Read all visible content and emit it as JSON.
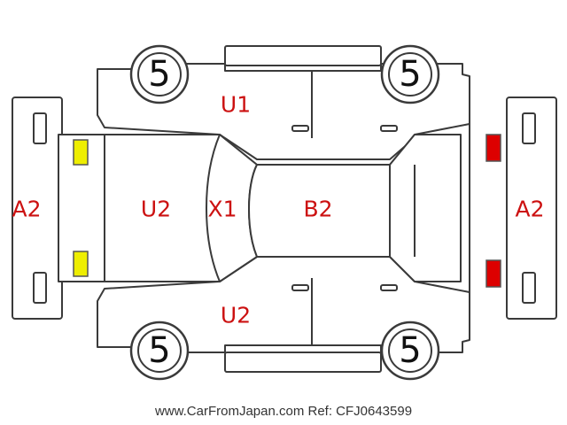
{
  "tires": {
    "front_left": "5",
    "front_right": "5",
    "rear_left": "5",
    "rear_right": "5"
  },
  "damage_codes": {
    "front_bumper": "A2",
    "rear_bumper": "A2",
    "left_side_upper": "U1",
    "hood": "U2",
    "windshield": "X1",
    "roof": "B2",
    "right_side_lower": "U2"
  },
  "colors": {
    "code_text": "#cc1111",
    "front_light": "#eeee00",
    "rear_light": "#dd0000",
    "outline": "#3a3a3a"
  },
  "footer": "www.CarFromJapan.com Ref: CFJ0643599"
}
